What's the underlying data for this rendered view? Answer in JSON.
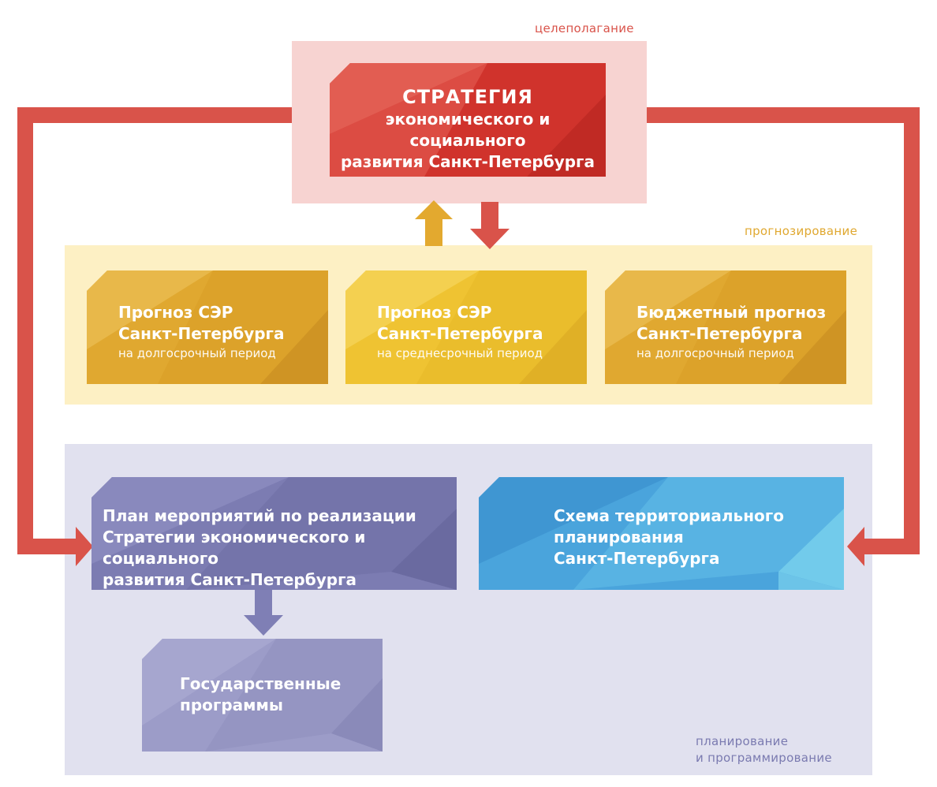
{
  "zones": {
    "goal": {
      "label": "целеполагание",
      "color": "#d9534a"
    },
    "forecast": {
      "label": "прогнозирование",
      "color": "#e0a830"
    },
    "planning": {
      "label_lines": [
        "планирование",
        "и программирование"
      ],
      "color": "#7a7ab0"
    }
  },
  "strategy": {
    "title": "СТРАТЕГИЯ",
    "lines": [
      "экономического и социального",
      "развития Санкт-Петербурга"
    ]
  },
  "forecasts": [
    {
      "lines": [
        "Прогноз СЭР",
        "Санкт-Петербурга"
      ],
      "sub": "на долгосрочный период"
    },
    {
      "lines": [
        "Прогноз СЭР",
        "Санкт-Петербурга"
      ],
      "sub": "на среднесрочный период"
    },
    {
      "lines": [
        "Бюджетный прогноз",
        "Санкт-Петербурга"
      ],
      "sub": "на долгосрочный период"
    }
  ],
  "plan": {
    "lines": [
      "План мероприятий по реализации",
      "Стратегии экономического и социального",
      "развития Санкт-Петербурга"
    ]
  },
  "scheme": {
    "lines": [
      "Схема территориального",
      "планирования",
      "Санкт-Петербурга"
    ]
  },
  "programs": {
    "lines": [
      "Государственные",
      "программы"
    ]
  },
  "colors": {
    "red": "#d9534a",
    "pink_bg": "#f7d3d1",
    "yellow_bg": "#fdf0c4",
    "lavender_bg": "#e1e1ef",
    "gold": "#e3a92f",
    "yellow": "#f0c534",
    "purple": "#7f7fb5",
    "blue": "#4aa8dd",
    "light_purple": "#9d9dc7"
  }
}
